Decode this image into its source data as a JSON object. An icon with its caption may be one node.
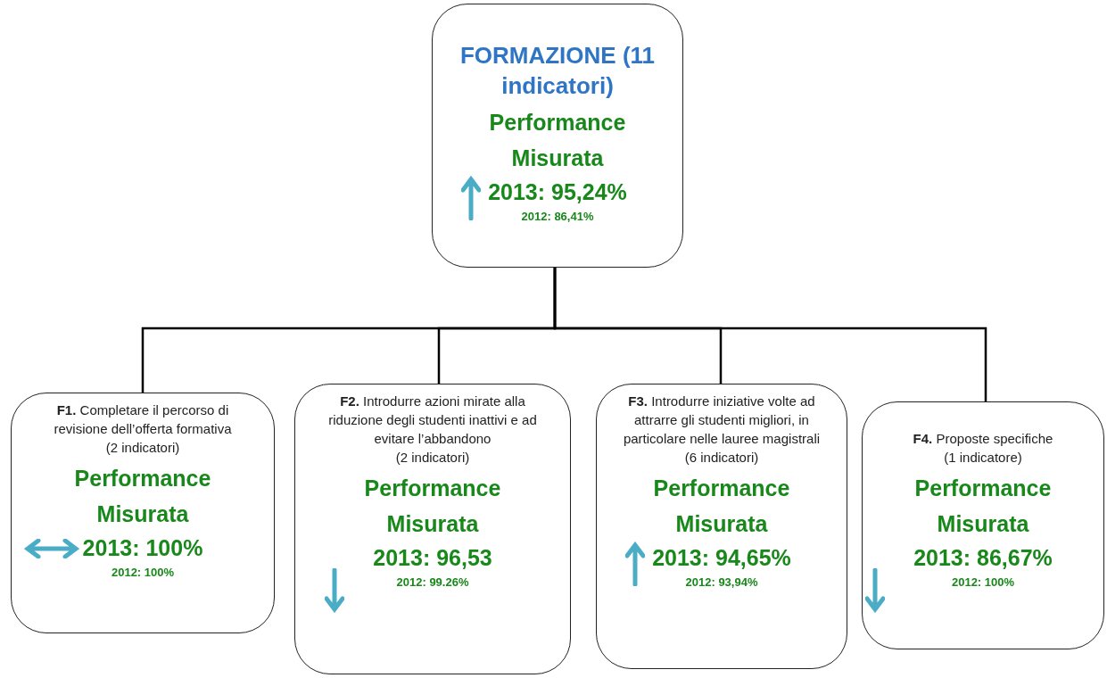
{
  "diagram": {
    "nodes": [
      {
        "text": [
          "FORMAZIONE (11 indicatori)",
          "Performance Misurata",
          "2013: 95,24%",
          "2012: 86,41%"
        ]
      },
      {
        "text": [
          "**F1.** Completare il percorso di revisione dell’offerta formativa",
          "(2 indicatori)",
          "Performance Misurata",
          "2013: 100%",
          "2012: 100%"
        ]
      },
      {
        "text": [
          "**F2.** Introdurre  azioni mirate alla riduzione degli studenti inattivi e ad evitare l’abbandono",
          "(2 indicatori)",
          "Performance Misurata",
          "2013: 96,53",
          "2012: 99.26%"
        ]
      },
      {
        "text": [
          "**F3.** Introdurre  iniziative volte ad attrarre gli studenti migliori, in particolare nelle lauree magistrali",
          "(6 indicatori)",
          "Performance Misurata",
          "2013: 94,65%",
          "2012: 93,94%"
        ]
      },
      {
        "text": [
          "**F4.** Proposte specifiche",
          "(1 indicatore)",
          "Performance Misurata",
          "2013: 86,67%",
          "2012: 100%"
        ]
      }
    ],
    "edges": [
      {
        "from": 0,
        "to": 1,
        "arrow": "none"
      },
      {
        "from": 0,
        "to": 2,
        "arrow": "none"
      },
      {
        "from": 0,
        "to": 3,
        "arrow": "none"
      },
      {
        "from": 0,
        "to": 4,
        "arrow": "none"
      }
    ]
  }
}
